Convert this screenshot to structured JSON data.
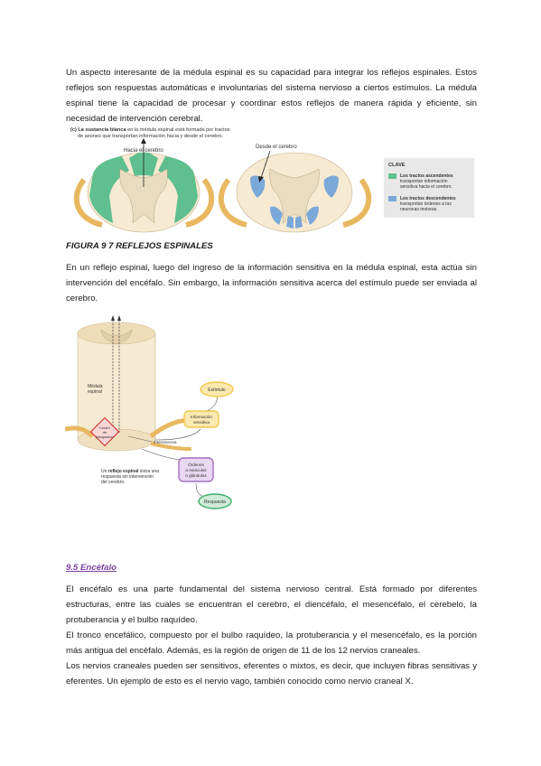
{
  "paragraphs": {
    "p1": "Un aspecto interesante de la médula espinal es su capacidad para integrar los reflejos espinales. Estos reflejos son respuestas automáticas e involuntarias del sistema nervioso a ciertos estímulos. La médula espinal tiene la capacidad de procesar y coordinar estos reflejos de manera rápida y eficiente, sin necesidad de intervención cerebral.",
    "p2": "En un reflejo espinal, luego del ingreso de la información sensitiva en la médula espinal, esta actúa sin intervención del encéfalo. Sin embargo, la información sensitiva acerca del estímulo puede ser enviada al cerebro.",
    "p3": "El encéfalo es una parte fundamental del sistema nervioso central. Está formado por diferentes estructuras, entre las cuales se encuentran el cerebro, el diencéfalo, el mesencéfalo, el cerebelo, la protuberancia y el bulbo raquídeo.",
    "p4": "El tronco encefálico, compuesto por el bulbo raquídeo, la protuberancia y el mesencéfalo, es la porción más antigua del encéfalo. Además, es la región de origen de 11 de los 12 nervios craneales.",
    "p5": "Los nervios craneales pueden ser sensitivos, eferentes o mixtos, es decir, que incluyen fibras sensitivas y eferentes. Un ejemplo de esto es el nervio vago, también conocido como nervio craneal X."
  },
  "figure1": {
    "caption_bold": "(c) La sustancia blanca",
    "caption_rest": " en la médula espinal está formada por tractos",
    "caption_line2": "de axones que transportan información hacia y desde el cerebro.",
    "label_left": "Hacia el cerebro",
    "label_right": "Desde el cerebro",
    "key_title": "CLAVE",
    "key1_bold": "Los tractos ascendentes",
    "key1_l2": "transportan información",
    "key1_l3": "sensitiva hacia el cerebro.",
    "key2_bold": "Los tractos descendentes",
    "key2_l2": "transportan órdenes a las",
    "key2_l3": "neuronas motoras.",
    "color_ascending": "#5fbf8e",
    "color_descending": "#7aa8d8"
  },
  "figure_caption": "FIGURA 9 7 REFLEJOS ESPINALES",
  "figure2": {
    "medula_l1": "Médula",
    "medula_l2": "espinal",
    "estimulo": "Estímulo",
    "info_l1": "Información",
    "info_l2": "sensitiva",
    "centro_l1": "Centro",
    "centro_l2": "de",
    "centro_l3": "integración",
    "interneurona": "Interneurona",
    "ordenes_l1": "Órdenes",
    "ordenes_l2": "a músculos",
    "ordenes_l3": "o glándulas",
    "respuesta": "Respuesta",
    "note_l1_pre": "Un ",
    "note_l1_bold": "reflejo espinal",
    "note_l1_post": " inicia una",
    "note_l2": "respuesta sin intervención",
    "note_l3": "del cerebro.",
    "color_yellow": "#f2c94c",
    "color_purple": "#a070c0",
    "color_green": "#3fae6a"
  },
  "section_heading": "9.5 Encéfalo"
}
